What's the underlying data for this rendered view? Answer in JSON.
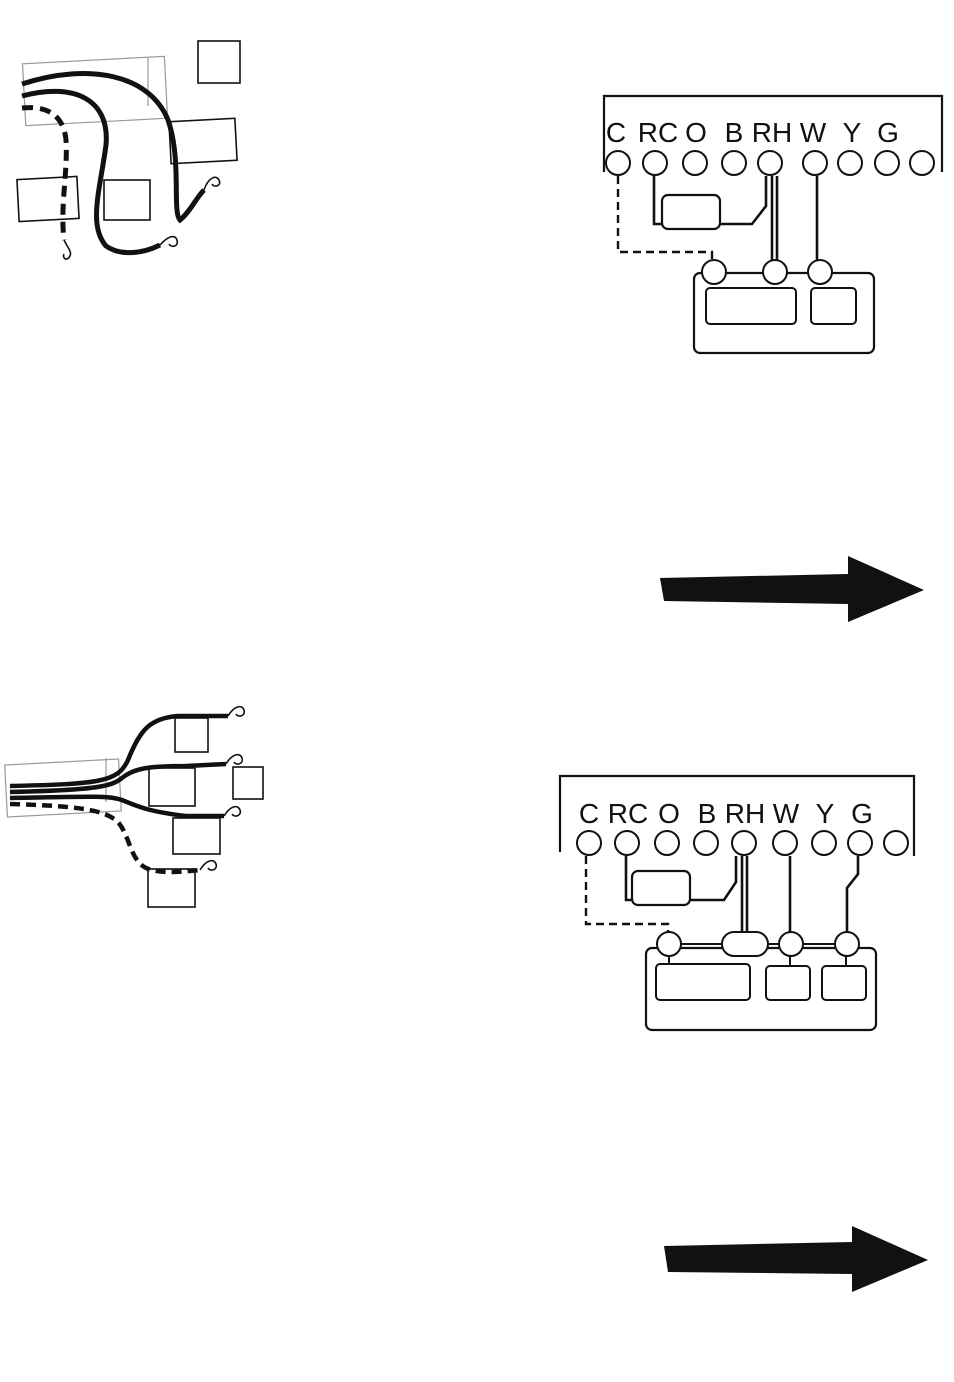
{
  "terminal_labels": [
    "C",
    "RC",
    "O",
    "B",
    "RH",
    "W",
    "Y",
    "G"
  ],
  "colors": {
    "ink": "#111111",
    "paper": "#ffffff",
    "thin_line": "#999999"
  },
  "diagrams": [
    {
      "id": "diagram-1",
      "wire_count": 3,
      "dashed_wire": "C",
      "connected_terminals": [
        "C",
        "RC",
        "RH",
        "W"
      ]
    },
    {
      "id": "diagram-2",
      "wire_count": 4,
      "dashed_wire": "C",
      "connected_terminals": [
        "C",
        "RC",
        "RH",
        "W",
        "G"
      ]
    }
  ],
  "icons": [
    "right-arrow-icon",
    "right-arrow-icon"
  ]
}
